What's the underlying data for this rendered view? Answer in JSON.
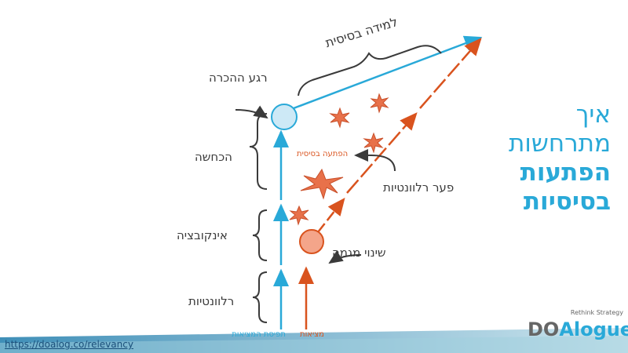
{
  "title": {
    "line1": "איך",
    "line2": "מתרחשות",
    "line3": "הפתעות",
    "line4": "בסיסיות"
  },
  "labels": {
    "basic_learning": "למידה בסיסית",
    "moment_of_recognition": "רגע ההכרה",
    "denial": "הכחשה",
    "incubation": "אינקובציה",
    "relevance": "רלוונטיות",
    "relevance_gap": "פער רלוונטיות",
    "trend_change": "שינוי מגמה",
    "basic_surprise": "הפתעה בסיסית",
    "reality": "מציאות",
    "perception_of_reality": "תפיסת המציאות"
  },
  "link": "https://doalog.co/relevancy",
  "logo": {
    "text_do": "DO",
    "text_alogue": "Alogue",
    "tagline": "Rethink Strategy"
  },
  "colors": {
    "blue": "#29a9d8",
    "orange": "#d9531e",
    "star": "#e8714a",
    "dark": "#3a3a3a"
  }
}
